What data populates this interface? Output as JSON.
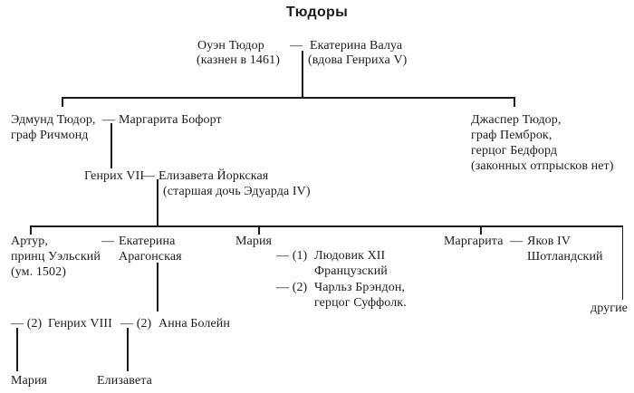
{
  "title": "Тюдоры",
  "dash": "—",
  "colors": {
    "ink": "#1c1c1c",
    "background": "#ffffff"
  },
  "gen1": {
    "owen_name": "Оуэн Тюдор",
    "owen_note": "(казнен в 1461)",
    "catherine_valois_name": "Екатерина Валуа",
    "catherine_valois_note": "(вдова Генриха V)"
  },
  "gen2": {
    "edmund_name": "Эдмунд Тюдор,",
    "edmund_title": "граф Ричмонд",
    "margaret_beaufort_name": "Маргарита Бофорт",
    "jasper_name": "Джаспер Тюдор,",
    "jasper_title1": "граф Пемброк,",
    "jasper_title2": "герцог Бедфорд",
    "jasper_note": "(законных отпрысков нет)"
  },
  "gen3": {
    "henry7_name": "Генрих VII",
    "elizabeth_york_name": "Елизавета Йоркская",
    "elizabeth_york_note": "(старшая дочь Эдуарда IV)"
  },
  "gen4": {
    "arthur_name": "Артур,",
    "arthur_title": "принц Уэльский",
    "arthur_note": "(ум. 1502)",
    "catherine_aragon_line1": "Екатерина",
    "catherine_aragon_line2": "Арагонская",
    "mary_name": "Мария",
    "mary_m1_prefix": "— (1)",
    "mary_m1_name": "Людовик XII",
    "mary_m1_title": "Французский",
    "mary_m2_prefix": "— (2)",
    "mary_m2_name": "Чарльз Брэндон,",
    "mary_m2_title": "герцог Суффолк.",
    "margaret_name": "Маргарита",
    "james4_name": "Яков IV",
    "james4_title": "Шотландский",
    "others_label": "другие"
  },
  "gen5": {
    "henry8_prefix": "— (2)",
    "henry8_name": "Генрих VIII",
    "anne_prefix": "— (2)",
    "anne_name": "Анна Болейн",
    "mary1_name": "Мария",
    "elizabeth1_name": "Елизавета"
  }
}
